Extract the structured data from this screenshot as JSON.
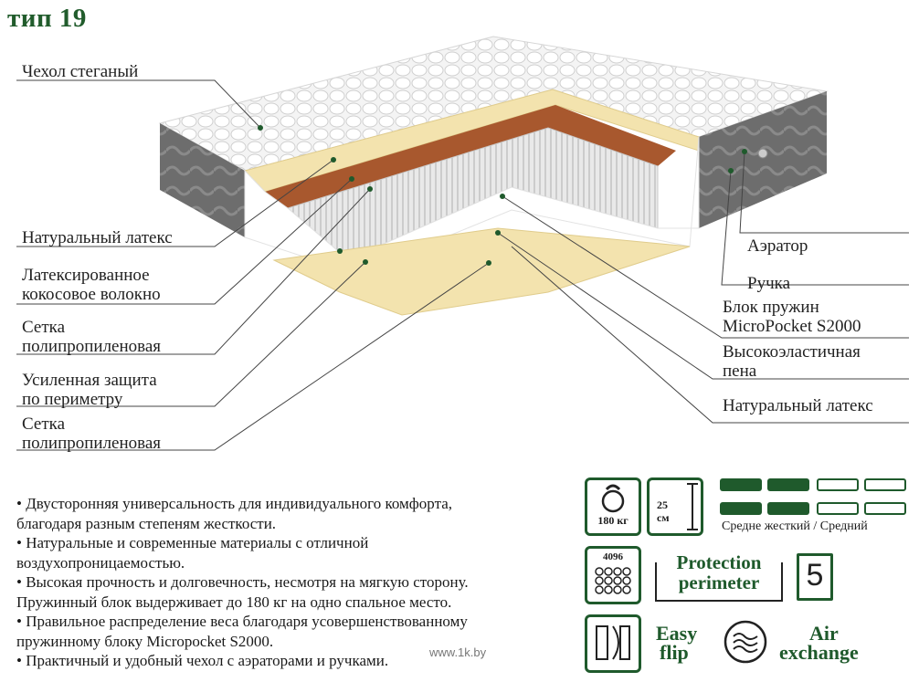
{
  "title": "тип 19",
  "labels_left": [
    {
      "id": "cover",
      "lines": [
        "Чехол стеганый"
      ]
    },
    {
      "id": "latex-top",
      "lines": [
        "Натуральный латекс"
      ]
    },
    {
      "id": "coconut",
      "lines": [
        "Латексированное",
        "кокосовое волокно"
      ]
    },
    {
      "id": "mesh-top",
      "lines": [
        "Сетка",
        "полипропиленовая"
      ]
    },
    {
      "id": "perimeter",
      "lines": [
        "Усиленная защита",
        "по периметру"
      ]
    },
    {
      "id": "mesh-bottom",
      "lines": [
        "Сетка",
        "полипропиленовая"
      ]
    }
  ],
  "labels_right": [
    {
      "id": "aerator",
      "lines": [
        "Аэратор"
      ]
    },
    {
      "id": "handle",
      "lines": [
        "Ручка"
      ]
    },
    {
      "id": "spring-block",
      "lines": [
        "Блок пружин",
        "MicroPocket S2000"
      ]
    },
    {
      "id": "foam",
      "lines": [
        "Высокоэластичная",
        "пена"
      ]
    },
    {
      "id": "latex-bottom",
      "lines": [
        "Натуральный латекс"
      ]
    }
  ],
  "bullets": [
    "• Двусторонняя универсальность для индивидуального комфорта,",
    "благодаря разным степеням жесткости.",
    "• Натуральные и современные материалы с отличной",
    "воздухопроницаемостью.",
    "• Высокая прочность и долговечность, несмотря на мягкую сторону.",
    "Пружинный блок выдерживает до 180 кг на одно спальное место.",
    "• Правильное распределение веса благодаря усовершенствованному",
    "пружинному блоку Micropocket S2000.",
    "• Практичный и удобный чехол с аэраторами и ручками."
  ],
  "icons": {
    "weight": "180 кг",
    "height_value": "25",
    "height_unit": "см",
    "firmness": "Средне жесткий / Средний",
    "springs": "4096",
    "protection_line1": "Protection",
    "protection_line2": "perimeter",
    "warranty": "5",
    "easy_line1": "Easy",
    "easy_line2": "flip",
    "air_line1": "Air",
    "air_line2": "exchange"
  },
  "watermark": "www.1k.by",
  "colors": {
    "brand_green": "#1f5a2c",
    "latex": "#f3e3ae",
    "coconut": "#a8582e",
    "cover_side": "#6f6f6f"
  }
}
